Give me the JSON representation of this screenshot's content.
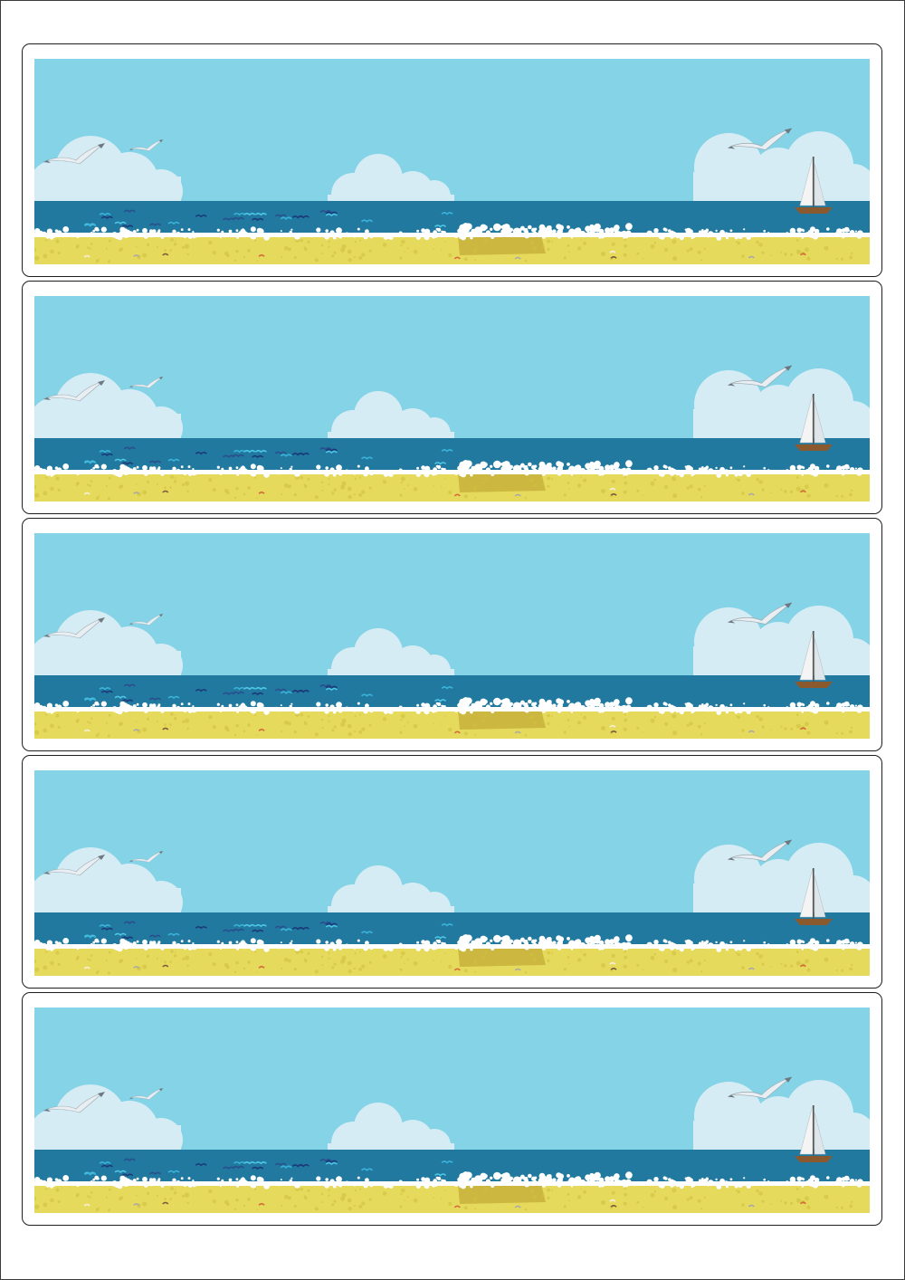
{
  "page": {
    "background": "#ffffff",
    "card_border_color": "#1e1e1e"
  },
  "colors": {
    "sky": "#84d3e6",
    "cloud": "#d6ecf5",
    "sea": "#21799f",
    "foam": "#ffffff",
    "sand": "#e6da5c",
    "wet_sand": "#c7b23b",
    "gull": "#e8eef2",
    "gull_wingtip": "#6d7880",
    "sail": "#f4f4f4",
    "hull": "#8a5a2e"
  },
  "cards": [
    {
      "scene": "beach-scene",
      "icons": [
        "cloud-icon",
        "seagull-icon",
        "sailboat-icon"
      ]
    },
    {
      "scene": "beach-scene",
      "icons": [
        "cloud-icon",
        "seagull-icon",
        "sailboat-icon"
      ]
    },
    {
      "scene": "beach-scene",
      "icons": [
        "cloud-icon",
        "seagull-icon",
        "sailboat-icon"
      ]
    },
    {
      "scene": "beach-scene",
      "icons": [
        "cloud-icon",
        "seagull-icon",
        "sailboat-icon"
      ]
    },
    {
      "scene": "beach-scene",
      "icons": [
        "cloud-icon",
        "seagull-icon",
        "sailboat-icon"
      ]
    }
  ]
}
